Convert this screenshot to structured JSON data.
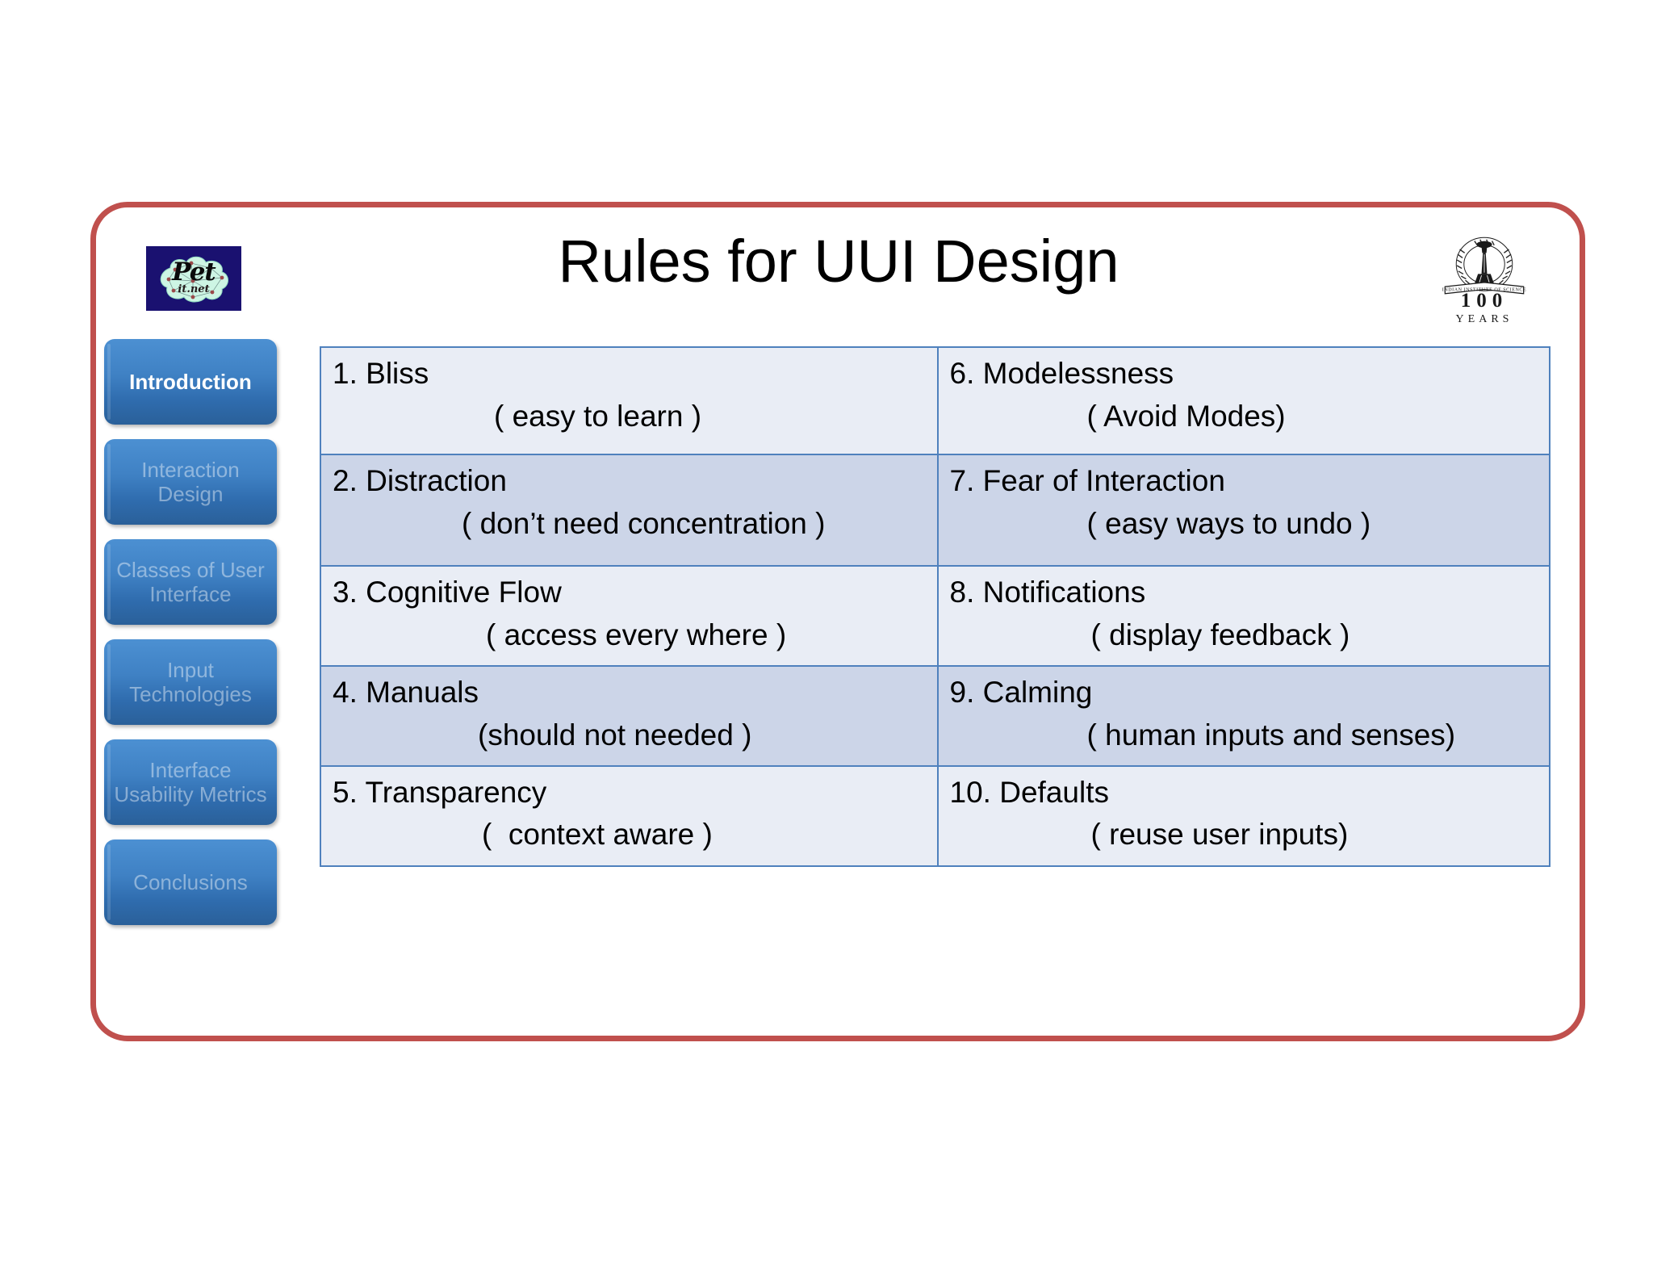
{
  "slide": {
    "title": "Rules for UUI Design",
    "frame_color": "#c0504d",
    "table_border_color": "#4f81bd",
    "row_light_color": "#e9edf5",
    "row_dark_color": "#ccd5e8",
    "nav_active_color": "#2a6099"
  },
  "left_logo": {
    "name": "pet-it-net-logo",
    "word": "Pet",
    "subword": "it.net",
    "background": "#1a1170",
    "cloud_color": "#cdf5e4"
  },
  "right_logo": {
    "name": "iisc-centenary-logo",
    "banner_text": "INDIAN INSTITUTE OF SCIENCE",
    "hundred": "100",
    "years": "YEARS"
  },
  "sidebar": {
    "items": [
      {
        "label": "Introduction",
        "active": true
      },
      {
        "label": "Interaction Design",
        "active": false
      },
      {
        "label": "Classes of User Interface",
        "active": false
      },
      {
        "label": "Input Technologies",
        "active": false
      },
      {
        "label": "Interface Usability Metrics",
        "active": false
      },
      {
        "label": "Conclusions",
        "active": false
      }
    ]
  },
  "rules_table": {
    "rows": [
      {
        "shade": "light",
        "left": {
          "title": "1. Bliss",
          "paren": "( easy to learn )"
        },
        "right": {
          "title": "6. Modelessness",
          "paren": "( Avoid Modes)"
        }
      },
      {
        "shade": "dark",
        "left": {
          "title": "2. Distraction",
          "paren": "( don’t need concentration )"
        },
        "right": {
          "title": "7. Fear of Interaction",
          "paren": "( easy ways to undo )"
        }
      },
      {
        "shade": "light",
        "left": {
          "title": "3. Cognitive Flow",
          "paren": "( access every where )"
        },
        "right": {
          "title": "8. Notifications",
          "paren": "( display feedback )"
        }
      },
      {
        "shade": "dark",
        "left": {
          "title": "4. Manuals",
          "paren": "(should not needed )"
        },
        "right": {
          "title": "9. Calming",
          "paren": "( human inputs and senses)"
        }
      },
      {
        "shade": "light",
        "left": {
          "title": "5. Transparency",
          "paren": "(  context aware )"
        },
        "right": {
          "title": "10. Defaults",
          "paren": "( reuse user inputs)"
        }
      }
    ]
  }
}
